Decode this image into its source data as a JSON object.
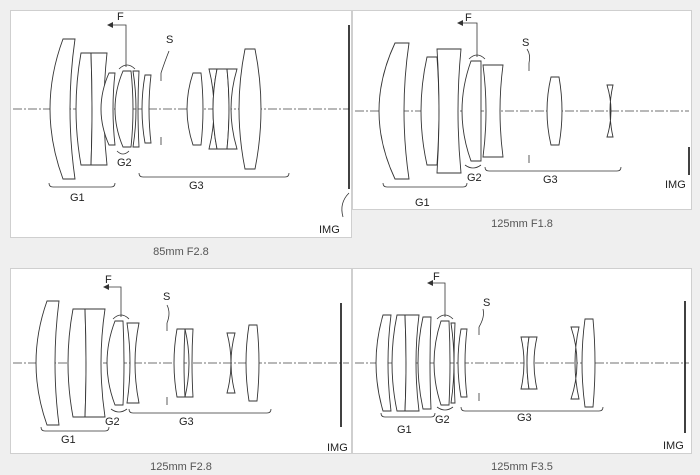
{
  "panels": [
    {
      "caption": "85mm F2.8",
      "labels": {
        "focus": "F",
        "stop": "S",
        "g1": "G1",
        "g2": "G2",
        "g3": "G3",
        "image": "IMG"
      }
    },
    {
      "caption": "125mm F1.8",
      "labels": {
        "focus": "F",
        "stop": "S",
        "g1": "G1",
        "g2": "G2",
        "g3": "G3",
        "image": "IMG"
      }
    },
    {
      "caption": "125mm F2.8",
      "labels": {
        "focus": "F",
        "stop": "S",
        "g1": "G1",
        "g2": "G2",
        "g3": "G3",
        "image": "IMG"
      }
    },
    {
      "caption": "125mm F3.5",
      "labels": {
        "focus": "F",
        "stop": "S",
        "g1": "G1",
        "g2": "G2",
        "g3": "G3",
        "image": "IMG"
      }
    }
  ]
}
